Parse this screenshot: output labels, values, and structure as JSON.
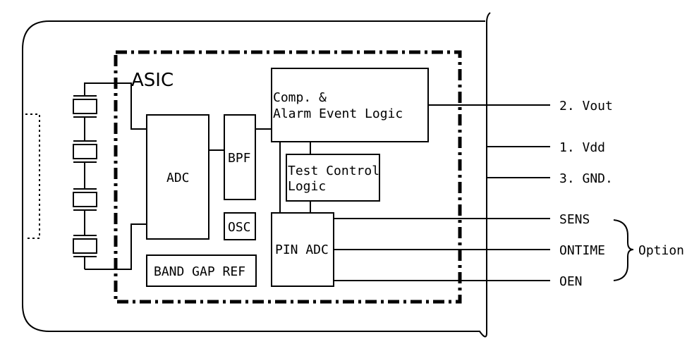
{
  "diagram": {
    "asic_label": "ASIC",
    "blocks": {
      "comp_line1": "Comp. &",
      "comp_line2": "Alarm Event Logic",
      "test_line1": "Test Control",
      "test_line2": "Logic",
      "adc": "ADC",
      "bpf": "BPF",
      "osc": "OSC",
      "pin_adc": "PIN ADC",
      "bandgap": "BAND GAP REF"
    },
    "pins": {
      "vout": "2. Vout",
      "vdd": "1. Vdd",
      "gnd": "3. GND.",
      "sens": "SENS",
      "ontime": "ONTIME",
      "oen": "OEN",
      "option": "Option"
    }
  }
}
